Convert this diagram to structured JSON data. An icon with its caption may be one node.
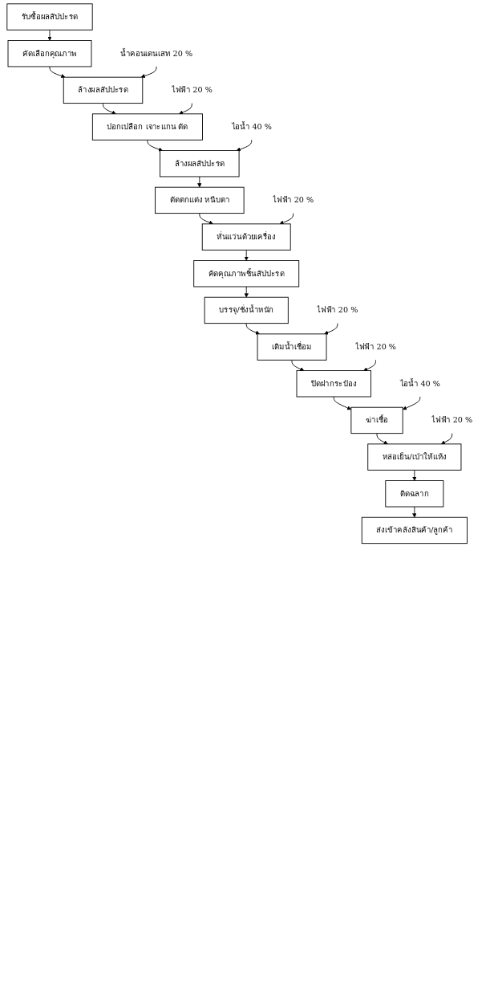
{
  "diagram": {
    "nodes": [
      {
        "text": [
          "รับซื้อผลสัปปะรด"
        ]
      },
      {
        "text": [
          "คัดเลือกคุณภาพ"
        ]
      },
      {
        "text": [
          "ล้างผลสัปปะรด"
        ]
      },
      {
        "text": [
          "ปอกเปลือก เจาะแกน ตัด"
        ]
      },
      {
        "text": [
          "ล้างผลสัปปะรด"
        ]
      },
      {
        "text": [
          "ตัดตกแต่ง หนีบตา"
        ]
      },
      {
        "text": [
          "หั่นแว่นด้วยเครื่อง"
        ]
      },
      {
        "text": [
          "คัดคุณภาพชิ้นสัปปะรด"
        ]
      },
      {
        "text": [
          "บรรจุ/ชั่งน้ำหนัก"
        ]
      },
      {
        "text": [
          "เติมน้ำเชื่อม"
        ]
      },
      {
        "text": [
          "ปิดฝากระป๋อง"
        ]
      },
      {
        "text": [
          "ฆ่าเชื้อ"
        ]
      },
      {
        "text": [
          "หล่อเย็น/เป่าให้แห้ง"
        ]
      },
      {
        "text": [
          "ติดฉลาก"
        ]
      },
      {
        "text": [
          "ส่งเข้าคลังสินค้า/ลูกค้า"
        ]
      },
      {
        "text": [
          "น้ำคอนเดนเสท 20 %"
        ]
      },
      {
        "text": [
          "ไฟฟ้า 20 %"
        ]
      },
      {
        "text": [
          "ไอน้ำ 40 %"
        ]
      },
      {
        "text": [
          "ไฟฟ้า 20 %"
        ]
      },
      {
        "text": [
          "ไฟฟ้า 20 %"
        ]
      },
      {
        "text": [
          "ไฟฟ้า 20 %"
        ]
      },
      {
        "text": [
          "ไอน้ำ 40 %"
        ]
      },
      {
        "text": [
          "ไฟฟ้า 20 %"
        ]
      }
    ],
    "edges": [
      {
        "from": 0,
        "to": 1,
        "arrow": "to"
      },
      {
        "from": 1,
        "to": 2,
        "arrow": "to"
      },
      {
        "from": 2,
        "to": 3,
        "arrow": "to"
      },
      {
        "from": 3,
        "to": 4,
        "arrow": "to"
      },
      {
        "from": 4,
        "to": 5,
        "arrow": "to"
      },
      {
        "from": 5,
        "to": 6,
        "arrow": "to"
      },
      {
        "from": 6,
        "to": 7,
        "arrow": "to"
      },
      {
        "from": 7,
        "to": 8,
        "arrow": "to"
      },
      {
        "from": 8,
        "to": 9,
        "arrow": "to"
      },
      {
        "from": 9,
        "to": 10,
        "arrow": "to"
      },
      {
        "from": 10,
        "to": 11,
        "arrow": "to"
      },
      {
        "from": 11,
        "to": 12,
        "arrow": "to"
      },
      {
        "from": 12,
        "to": 13,
        "arrow": "to"
      },
      {
        "from": 13,
        "to": 14,
        "arrow": "to"
      },
      {
        "from": 15,
        "to": 2,
        "arrow": "to"
      },
      {
        "from": 16,
        "to": 3,
        "arrow": "to"
      },
      {
        "from": 17,
        "to": 4,
        "arrow": "to"
      },
      {
        "from": 18,
        "to": 6,
        "arrow": "to"
      },
      {
        "from": 19,
        "to": 9,
        "arrow": "to"
      },
      {
        "from": 20,
        "to": 10,
        "arrow": "to"
      },
      {
        "from": 21,
        "to": 11,
        "arrow": "to"
      },
      {
        "from": 22,
        "to": 12,
        "arrow": "to"
      }
    ]
  }
}
